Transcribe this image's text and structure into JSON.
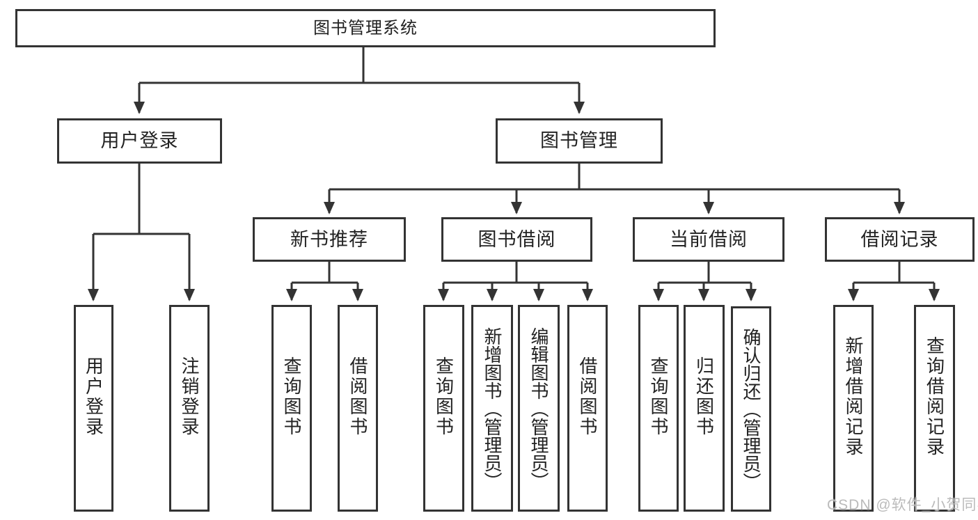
{
  "diagram": {
    "type": "hierarchy",
    "colors": {
      "line": "#333333",
      "box_border": "#333333",
      "text": "#222222",
      "background": "#ffffff",
      "watermark": "#b5b5b5"
    },
    "watermark": "CSDN @软件_小贺同学",
    "nodes": {
      "root": {
        "label": "图书管理系统"
      },
      "userLogin": {
        "label": "用户登录"
      },
      "bookMgmt": {
        "label": "图书管理"
      },
      "newBookRec": {
        "label": "新书推荐"
      },
      "bookBorrow": {
        "label": "图书借阅"
      },
      "currentBorrow": {
        "label": "当前借阅"
      },
      "borrowRecords": {
        "label": "借阅记录"
      },
      "login": {
        "label": "用户登录"
      },
      "logout": {
        "label": "注销登录"
      },
      "queryBooks1": {
        "label": "查询图书"
      },
      "borrowBooks1": {
        "label": "借阅图书"
      },
      "queryBooks2": {
        "label": "查询图书"
      },
      "addBooks": {
        "label": "新增图书（管理员）"
      },
      "editBooks": {
        "label": "编辑图书（管理员）"
      },
      "borrowBooks2": {
        "label": "借阅图书"
      },
      "queryBooks3": {
        "label": "查询图书"
      },
      "returnBooks": {
        "label": "归还图书"
      },
      "confirmReturn": {
        "label": "确认归还（管理员）"
      },
      "addBorrowRecord": {
        "label": "新增借阅记录"
      },
      "queryBorrowRecord": {
        "label": "查询借阅记录"
      }
    },
    "hierarchy": {
      "root": "图书管理系统",
      "children": [
        {
          "label": "用户登录",
          "children": [
            "用户登录",
            "注销登录"
          ]
        },
        {
          "label": "图书管理",
          "children": [
            {
              "label": "新书推荐",
              "children": [
                "查询图书",
                "借阅图书"
              ]
            },
            {
              "label": "图书借阅",
              "children": [
                "查询图书",
                "新增图书（管理员）",
                "编辑图书（管理员）",
                "借阅图书"
              ]
            },
            {
              "label": "当前借阅",
              "children": [
                "查询图书",
                "归还图书",
                "确认归还（管理员）"
              ]
            },
            {
              "label": "借阅记录",
              "children": [
                "新增借阅记录",
                "查询借阅记录"
              ]
            }
          ]
        }
      ]
    }
  }
}
